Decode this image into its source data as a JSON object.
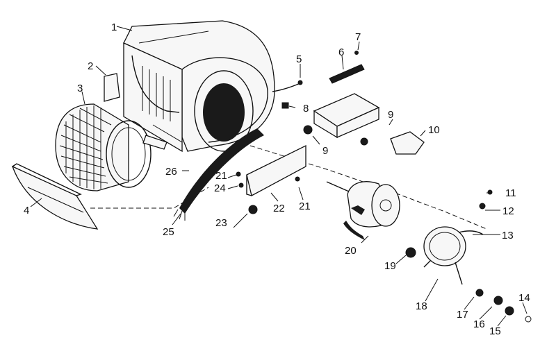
{
  "diagram": {
    "part_numbers": [
      "1",
      "2",
      "3",
      "4",
      "5",
      "6",
      "7",
      "8",
      "9",
      "9",
      "10",
      "11",
      "12",
      "13",
      "14",
      "15",
      "16",
      "17",
      "18",
      "19",
      "20",
      "21",
      "21",
      "22",
      "23",
      "24",
      "25",
      "26"
    ]
  }
}
